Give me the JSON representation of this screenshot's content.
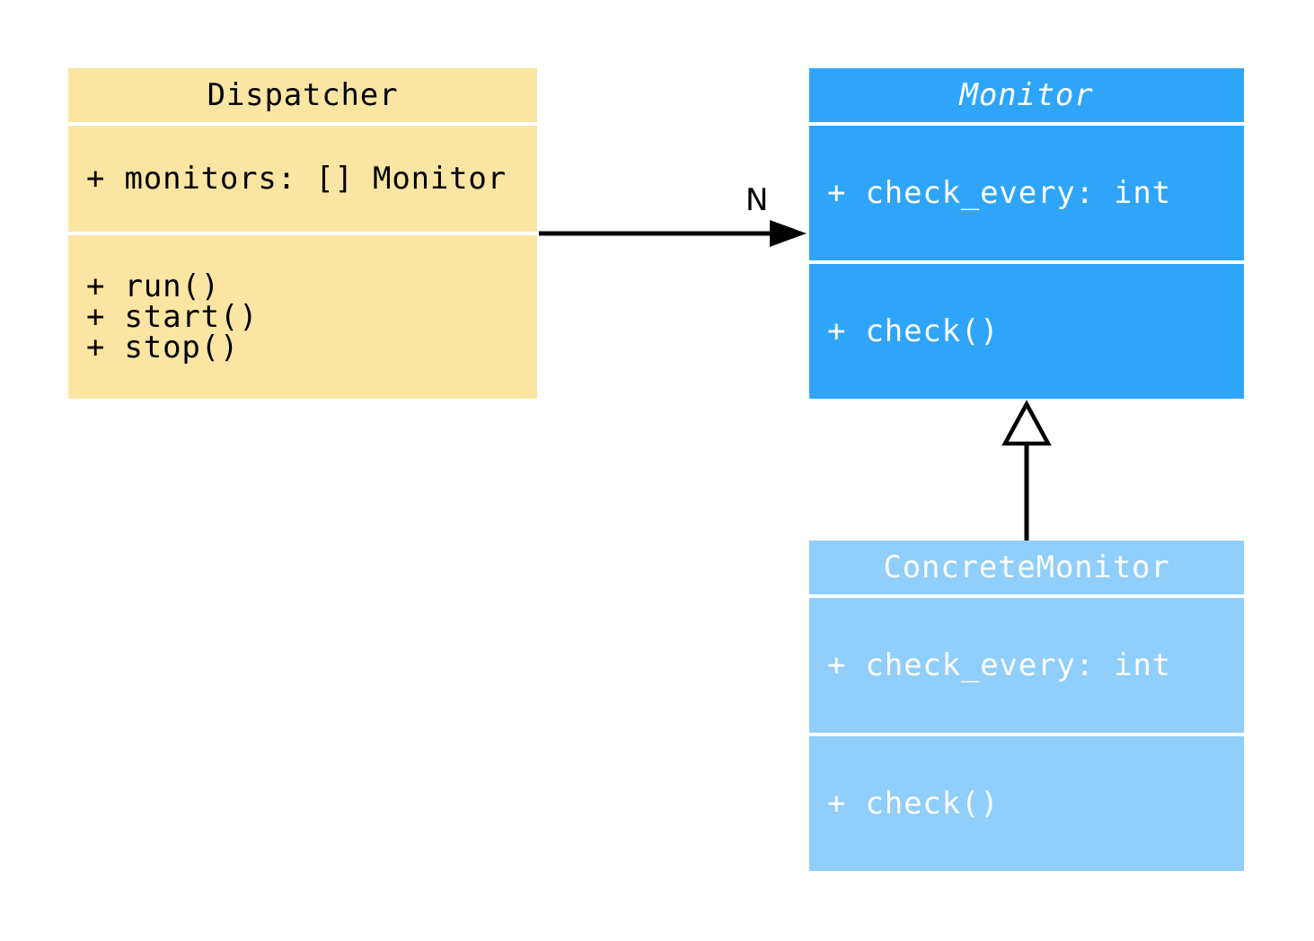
{
  "diagram": {
    "type": "uml-class-diagram",
    "background_color": "#FFFFFF",
    "classes": [
      {
        "name": "Dispatcher",
        "abstract": false,
        "attributes": [
          "+ monitors: [] Monitor"
        ],
        "methods": [
          "+ run()",
          "+ start()",
          "+ stop()"
        ],
        "fill_color": "#FAE5A3",
        "text_color": "#000000"
      },
      {
        "name": "Monitor",
        "abstract": true,
        "attributes": [
          "+ check_every: int"
        ],
        "methods": [
          "+ check()"
        ],
        "fill_color": "#2FA5FA",
        "text_color": "#FFFFFF"
      },
      {
        "name": "ConcreteMonitor",
        "abstract": false,
        "attributes": [
          "+ check_every: int"
        ],
        "methods": [
          "+ check()"
        ],
        "fill_color": "#90CEFB",
        "text_color": "#FFFFFF"
      }
    ],
    "relations": [
      {
        "type": "association",
        "from": "Dispatcher",
        "to": "Monitor",
        "label": "N",
        "line_color": "#000000"
      },
      {
        "type": "inheritance",
        "from": "ConcreteMonitor",
        "to": "Monitor",
        "label": "",
        "line_color": "#000000"
      }
    ]
  }
}
